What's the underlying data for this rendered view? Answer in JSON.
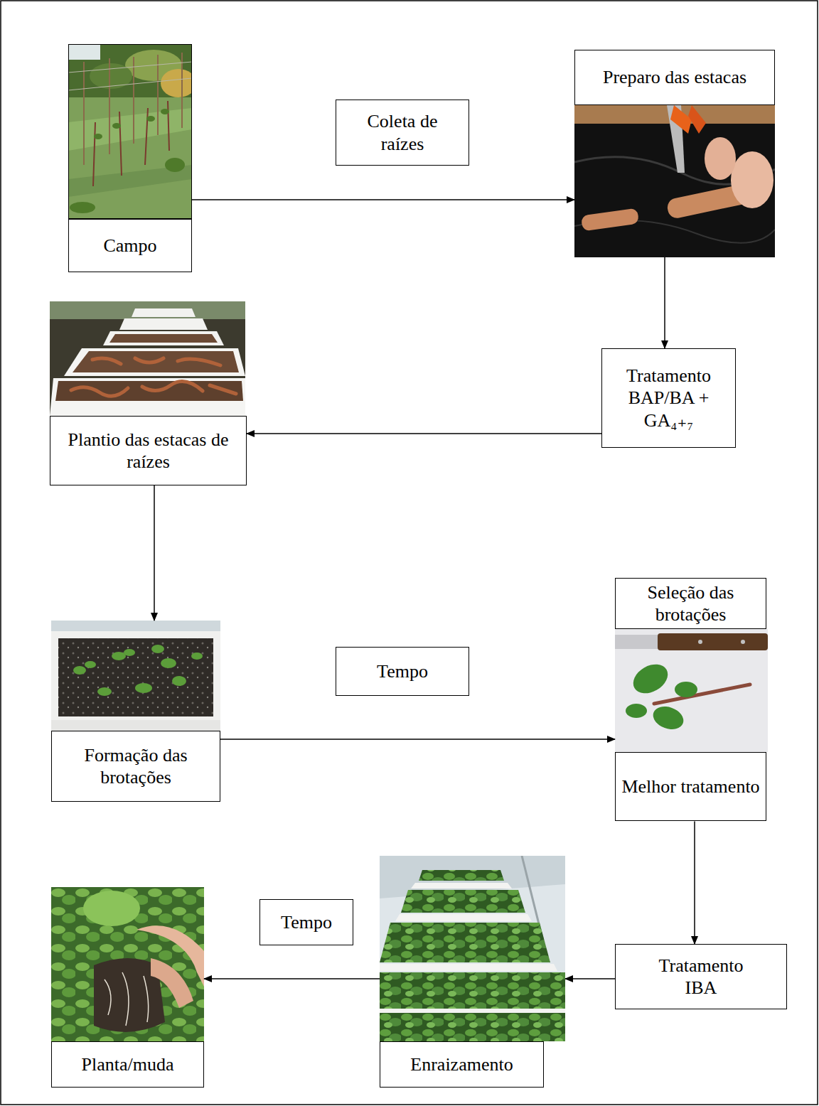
{
  "diagram": {
    "nodes": [
      {
        "text": [
          "Campo"
        ]
      },
      {
        "text": [
          "Coleta de raízes"
        ]
      },
      {
        "text": [
          "Preparo das estacas"
        ]
      },
      {
        "text": [
          "Tratamento BAP/BA + GA₄₊₇"
        ]
      },
      {
        "text": [
          "Plantio das estacas de raízes"
        ]
      },
      {
        "text": [
          "Formação das brotações"
        ]
      },
      {
        "text": [
          "Tempo"
        ]
      },
      {
        "text": [
          "Seleção das brotações",
          "Melhor tratamento"
        ]
      },
      {
        "text": [
          "Tratamento IBA"
        ]
      },
      {
        "text": [
          "Enraizamento"
        ]
      },
      {
        "text": [
          "Tempo"
        ]
      },
      {
        "text": [
          "Planta/muda"
        ]
      }
    ],
    "edges": [
      {
        "from": 0,
        "to": 2,
        "arrow": "to"
      },
      {
        "from": 2,
        "to": 3,
        "arrow": "to"
      },
      {
        "from": 3,
        "to": 4,
        "arrow": "to"
      },
      {
        "from": 4,
        "to": 5,
        "arrow": "to"
      },
      {
        "from": 5,
        "to": 7,
        "arrow": "to"
      },
      {
        "from": 7,
        "to": 8,
        "arrow": "to"
      },
      {
        "from": 8,
        "to": 9,
        "arrow": "to"
      },
      {
        "from": 9,
        "to": 11,
        "arrow": "to"
      }
    ]
  }
}
